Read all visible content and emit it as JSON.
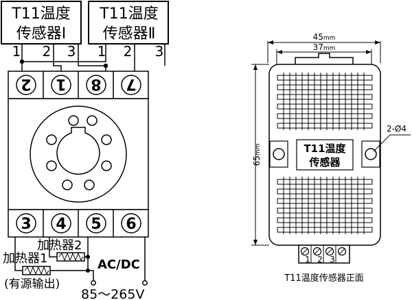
{
  "sensor_1": {
    "model": "T11温度",
    "name": "传感器Ⅰ",
    "wires": [
      "1",
      "2",
      "3"
    ]
  },
  "sensor_2": {
    "model": "T11温度",
    "name": "传感器Ⅱ",
    "wires": [
      "1",
      "2",
      "3"
    ]
  },
  "socket": {
    "top_pins": [
      "2",
      "1",
      "8",
      "7"
    ],
    "bottom_pins": [
      "3",
      "4",
      "5",
      "6"
    ]
  },
  "heater_1": "加热器1",
  "heater_2": "加热器2",
  "power_label": "AC/DC",
  "voltage_label": "85～265V",
  "output_note": "(有源输出)",
  "front_view": {
    "title": "T11温度传感器正面",
    "body_label_1": "T11温度",
    "body_label_2": "传感器",
    "width_outer": "45",
    "width_inner": "37",
    "height": "65",
    "unit": "mm",
    "hole_label": "2-Ø4",
    "terminals": [
      "1",
      "2",
      "3"
    ]
  }
}
